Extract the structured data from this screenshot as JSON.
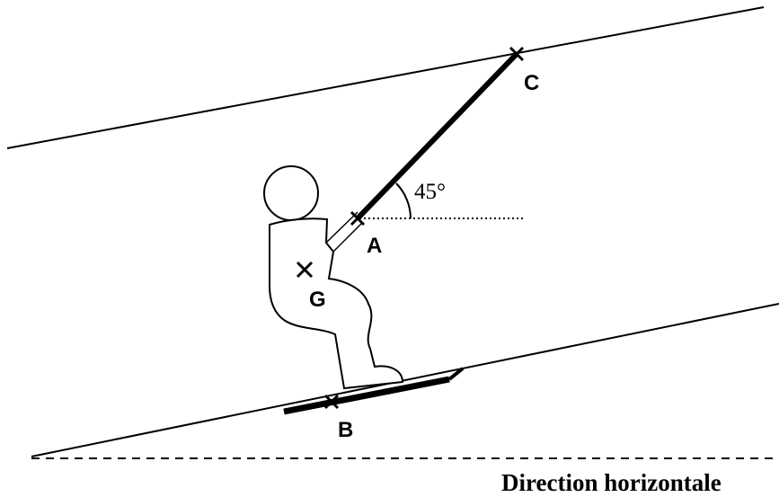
{
  "points": {
    "a": "A",
    "b": "B",
    "c": "C",
    "g": "G"
  },
  "angle_label": "45°",
  "caption": "Direction horizontale"
}
